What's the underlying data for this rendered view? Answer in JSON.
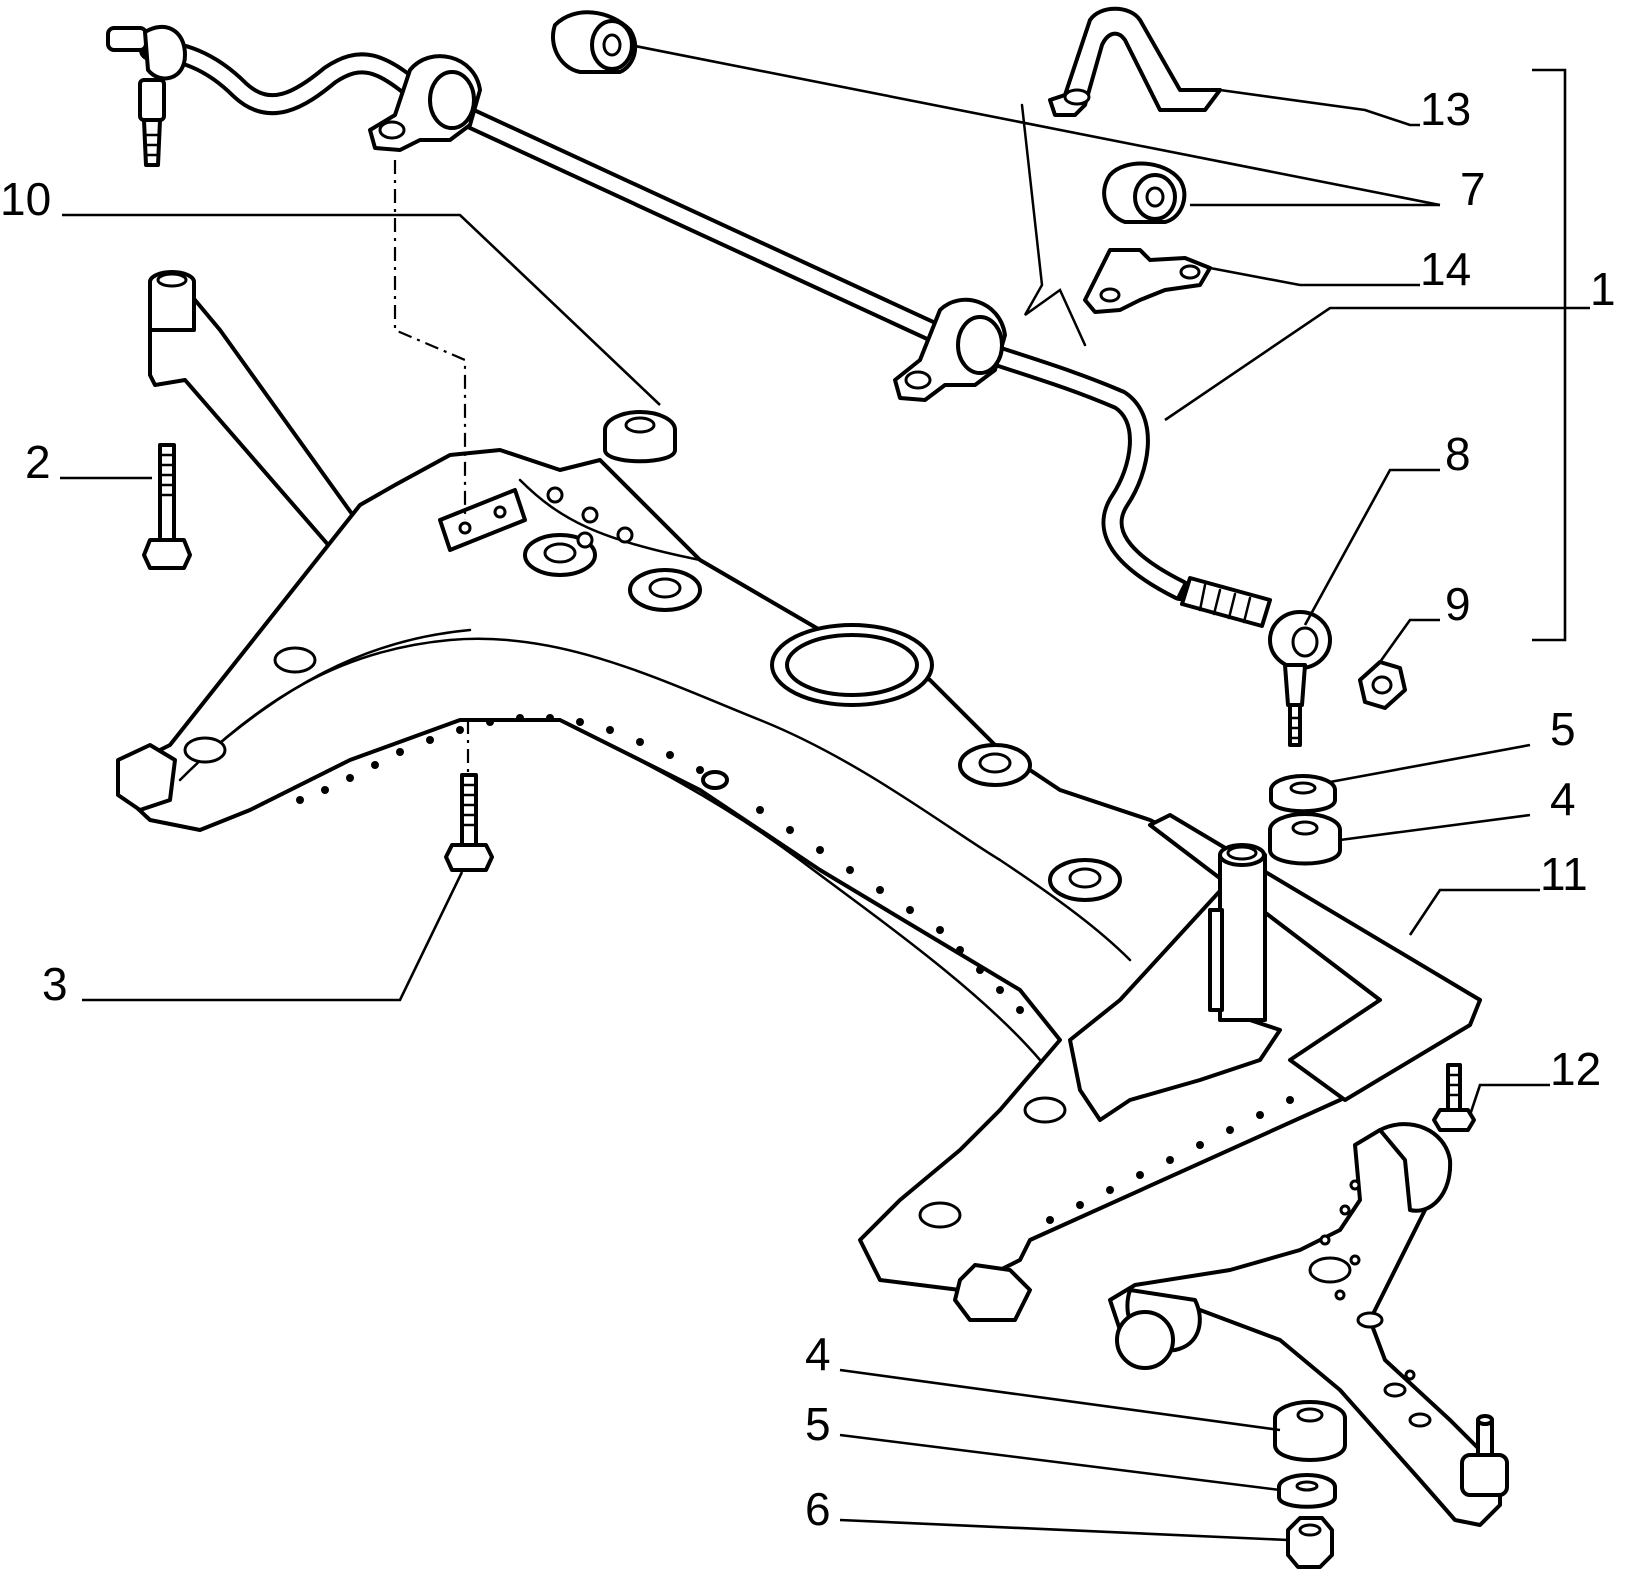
{
  "callouts": {
    "c1": "1",
    "c2": "2",
    "c3": "3",
    "c4a": "4",
    "c4b": "4",
    "c5a": "5",
    "c5b": "5",
    "c6": "6",
    "c7": "7",
    "c8": "8",
    "c9": "9",
    "c10": "10",
    "c11": "11",
    "c12": "12",
    "c13": "13",
    "c14": "14"
  },
  "colors": {
    "line": "#000000",
    "background": "#ffffff"
  }
}
